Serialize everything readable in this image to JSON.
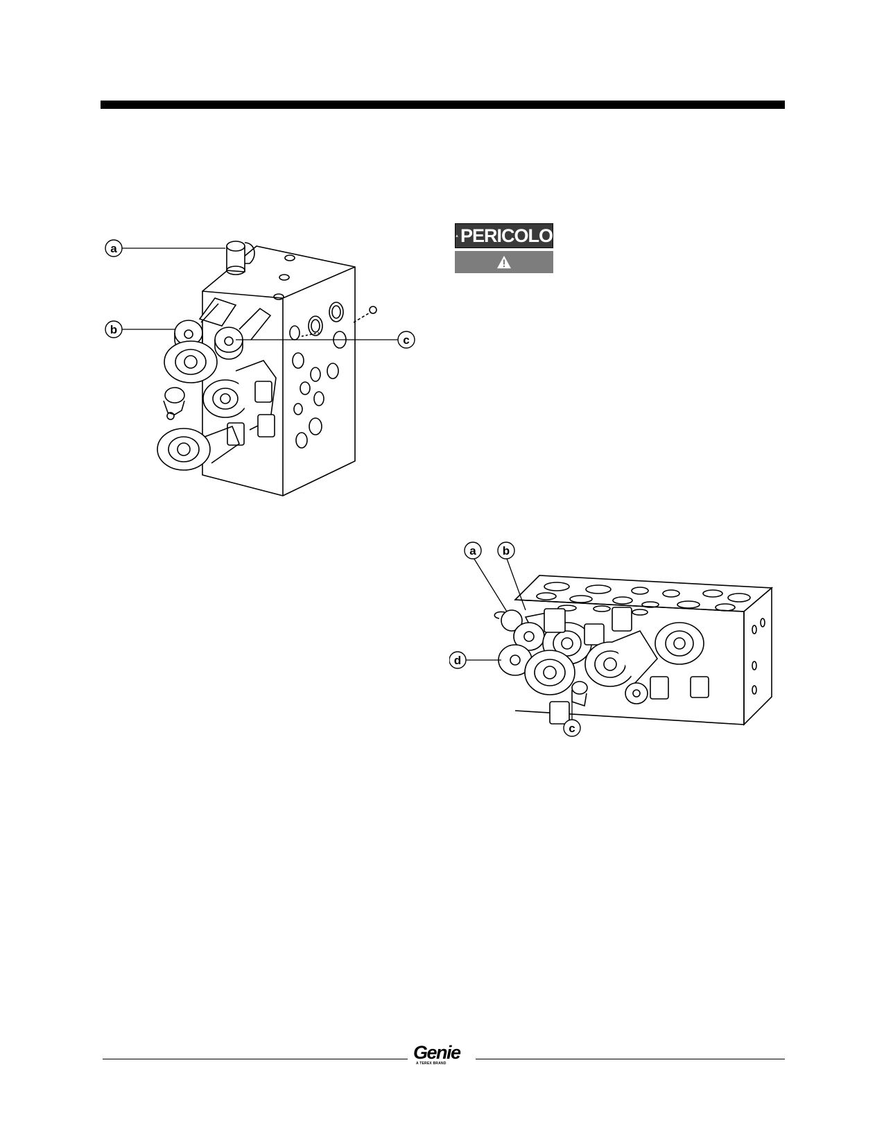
{
  "danger": {
    "title": "PERICOLO",
    "icon": "warning-triangle-icon"
  },
  "figure1": {
    "callouts": [
      "a",
      "b",
      "c"
    ]
  },
  "figure2": {
    "callouts": [
      "a",
      "b",
      "d",
      "c"
    ]
  },
  "footer": {
    "brand": "Genie",
    "tagline": "A TEREX BRAND"
  }
}
